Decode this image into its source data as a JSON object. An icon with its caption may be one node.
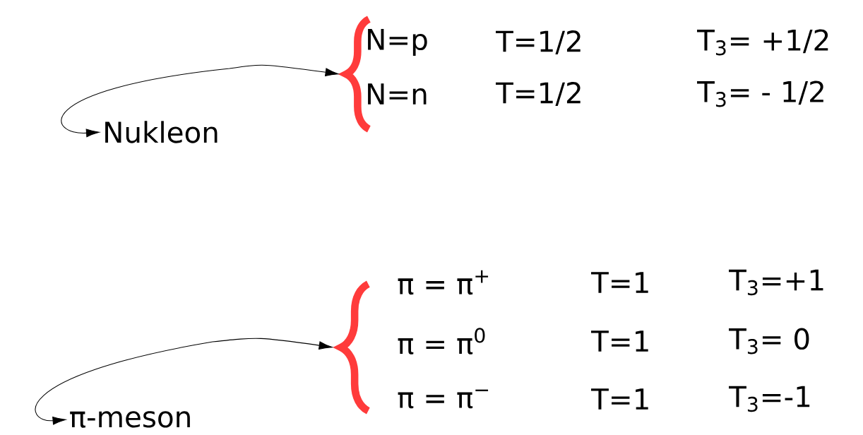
{
  "diagram": {
    "nodes": [
      {
        "text": [
          "Nukleon"
        ]
      },
      {
        "text": [],
        "shape": "brace"
      },
      {
        "text": [
          "π-meson"
        ]
      },
      {
        "text": [],
        "shape": "brace"
      }
    ],
    "edges": [
      {
        "from": 0,
        "to": 1,
        "arrow": "both"
      },
      {
        "from": 2,
        "to": 3,
        "arrow": "both"
      }
    ],
    "labels": [
      "N=p",
      "T=1/2",
      "T$_{3}$= +1/2",
      "N=n",
      "T=1/2",
      "T$_{3}$= - 1/2",
      "π = π$^{+}$",
      "T=1",
      "T$_{3}$=+1",
      "π = π$^{0}$",
      "T=1",
      "T$_{3}$= 0",
      "π = π$^{−}$",
      "T=1",
      "T$_{3}$=-1"
    ]
  }
}
